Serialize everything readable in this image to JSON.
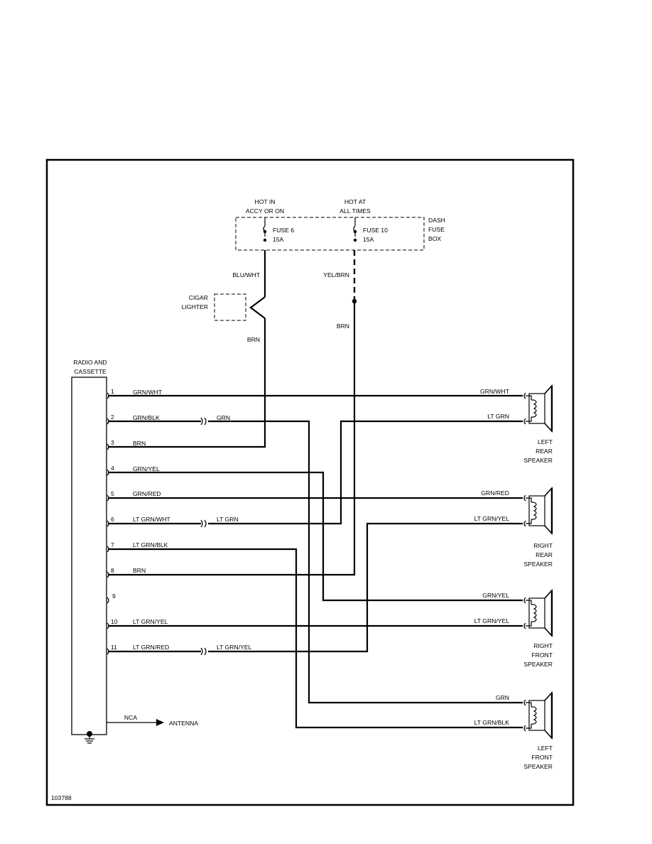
{
  "fuse_box": {
    "hot_in_label": [
      "HOT IN",
      "ACCY OR ON"
    ],
    "hot_at_label": [
      "HOT AT",
      "ALL TIMES"
    ],
    "box_label": [
      "DASH",
      "FUSE",
      "BOX"
    ],
    "fuse6": [
      "FUSE 6",
      "15A"
    ],
    "fuse10": [
      "FUSE 10",
      "15A"
    ]
  },
  "cigar_lighter": [
    "CIGAR",
    "LIGHTER"
  ],
  "radio": [
    "RADIO AND",
    "CASSETTE"
  ],
  "wire_labels": {
    "blu_wht": "BLU/WHT",
    "yel_brn": "YEL/BRN",
    "brn_left": "BRN",
    "brn_right": "BRN"
  },
  "pins": [
    {
      "num": "1",
      "label": "GRN/WHT"
    },
    {
      "num": "2",
      "label": "GRN/BLK",
      "splice": "GRN"
    },
    {
      "num": "3",
      "label": "BRN"
    },
    {
      "num": "4",
      "label": "GRN/YEL"
    },
    {
      "num": "5",
      "label": "GRN/RED"
    },
    {
      "num": "6",
      "label": "LT GRN/WHT",
      "splice": "LT GRN"
    },
    {
      "num": "7",
      "label": "LT GRN/BLK"
    },
    {
      "num": "8",
      "label": "BRN"
    },
    {
      "num": "9",
      "label": ""
    },
    {
      "num": "10",
      "label": "LT GRN/YEL"
    },
    {
      "num": "11",
      "label": "LT GRN/RED",
      "splice": "LT GRN/YEL"
    }
  ],
  "speakers": [
    {
      "name": [
        "LEFT",
        "REAR",
        "SPEAKER"
      ],
      "top_wire": "GRN/WHT",
      "bottom_wire": "LT GRN"
    },
    {
      "name": [
        "RIGHT",
        "REAR",
        "SPEAKER"
      ],
      "top_wire": "GRN/RED",
      "bottom_wire": "LT GRN/YEL"
    },
    {
      "name": [
        "RIGHT",
        "FRONT",
        "SPEAKER"
      ],
      "top_wire": "GRN/YEL",
      "bottom_wire": "LT GRN/YEL"
    },
    {
      "name": [
        "LEFT",
        "FRONT",
        "SPEAKER"
      ],
      "top_wire": "GRN",
      "bottom_wire": "LT GRN/BLK"
    }
  ],
  "antenna": {
    "nca": "NCA",
    "label": "ANTENNA"
  },
  "figure_id": "103788"
}
